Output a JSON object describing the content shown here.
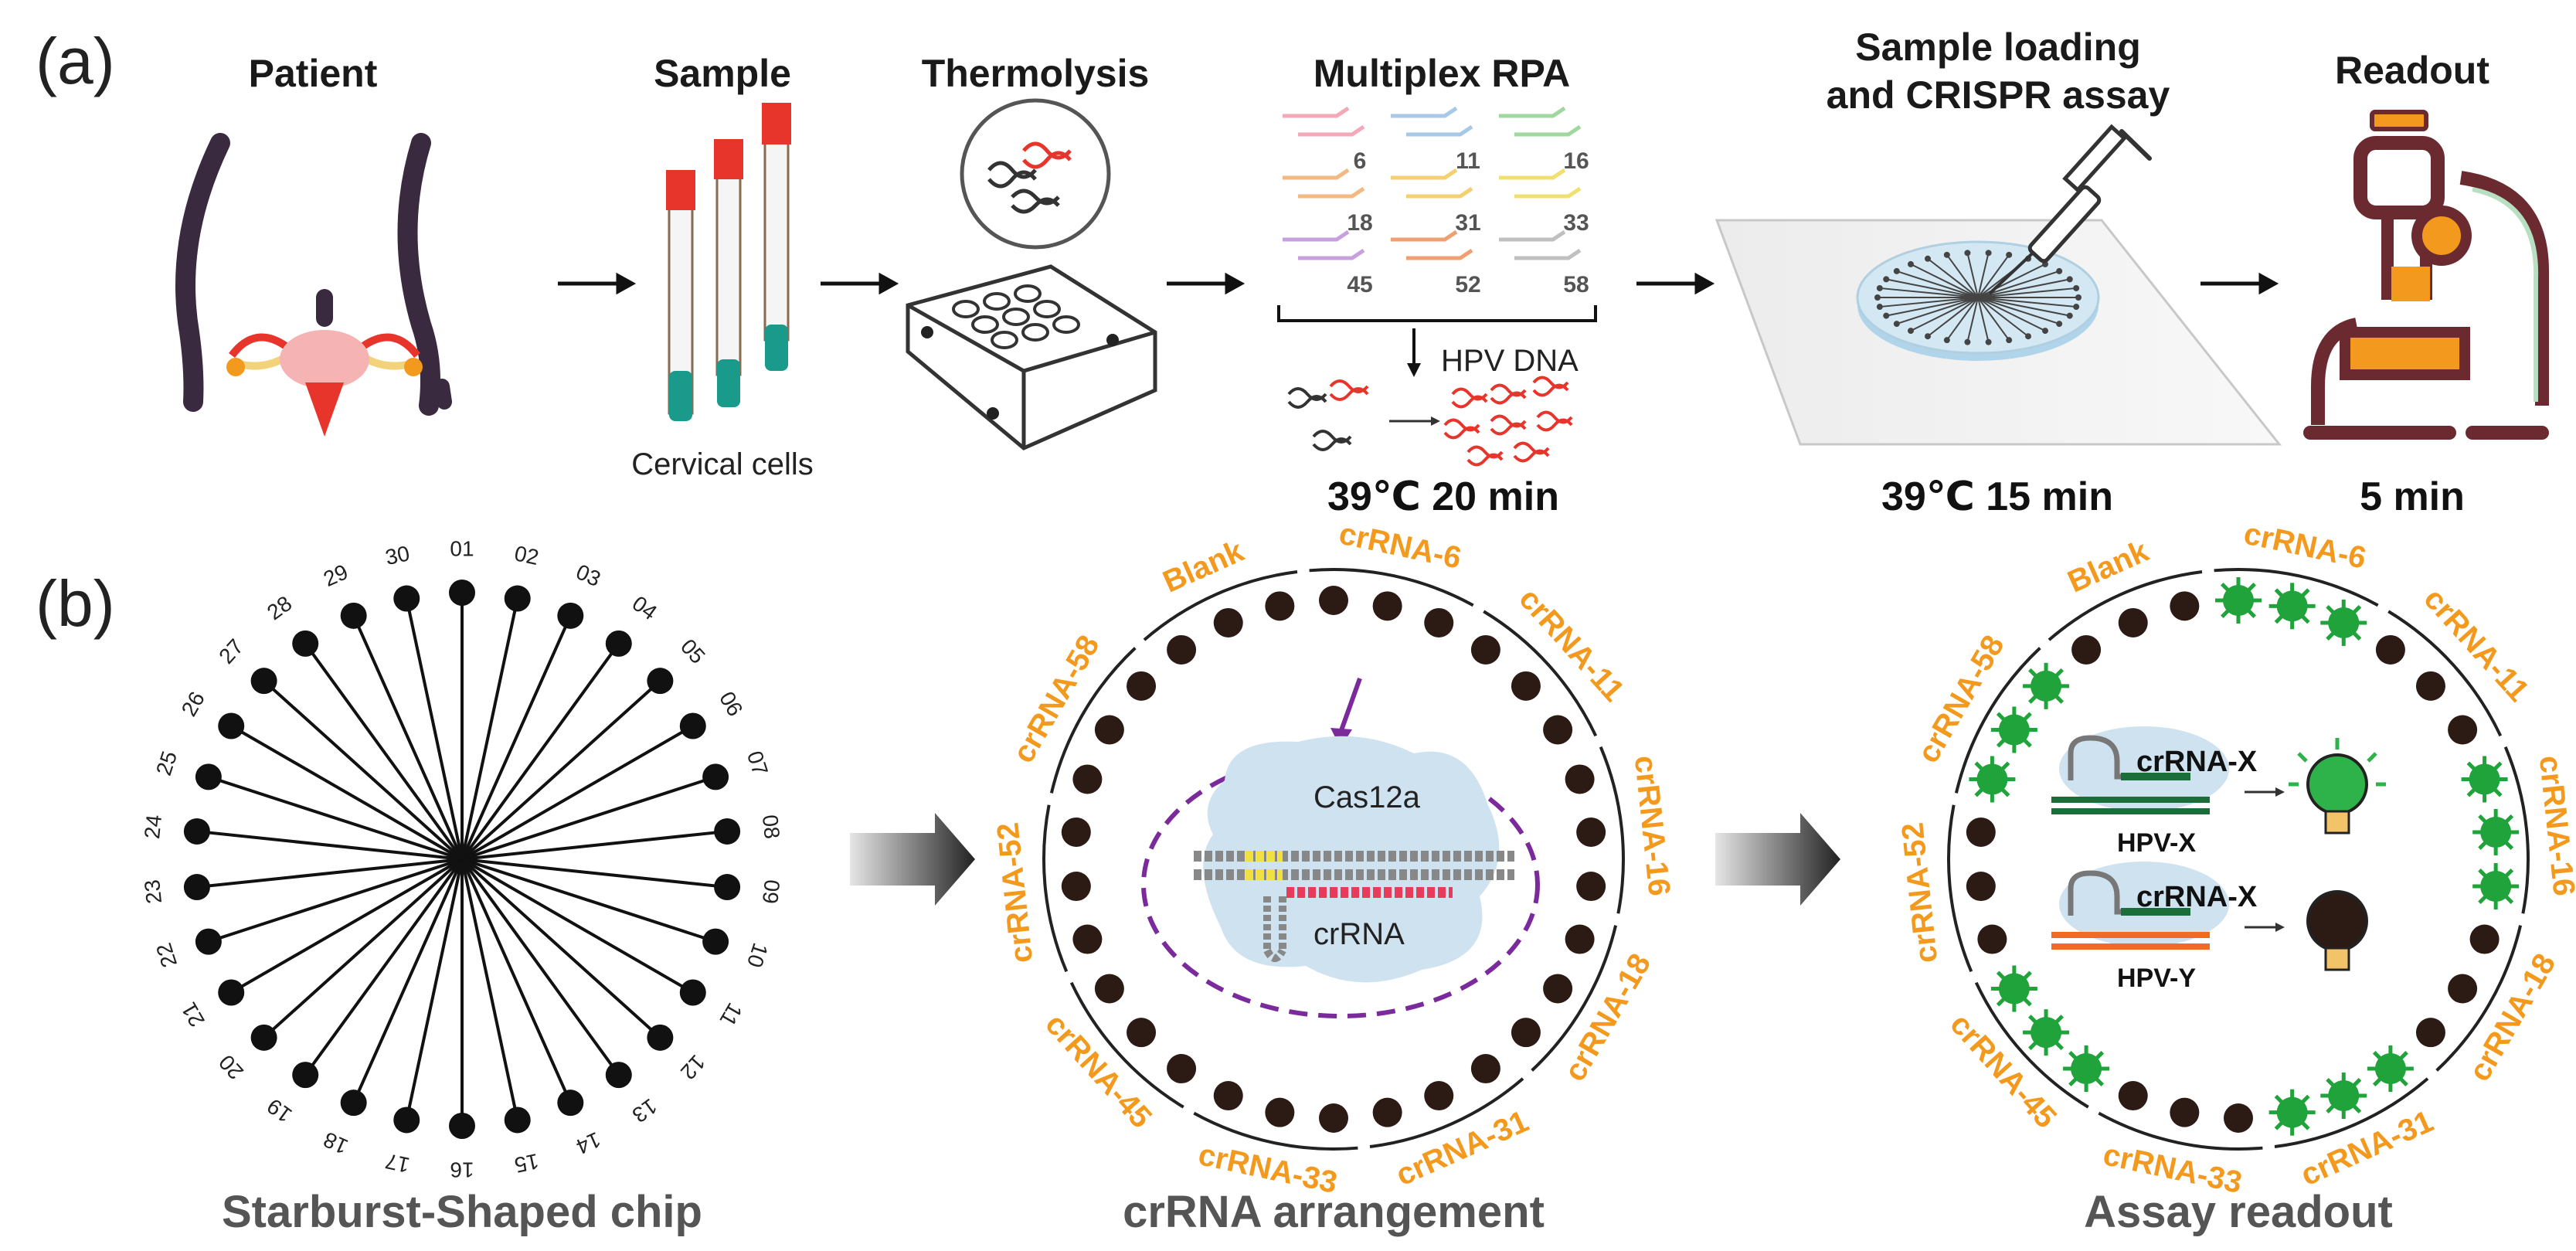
{
  "panels": {
    "a": {
      "letter": "(a)",
      "steps": {
        "patient": "Patient",
        "sample": "Sample",
        "sample_note": "Cervical cells",
        "thermolysis": "Thermolysis",
        "rpa": "Multiplex RPA",
        "loading_line1": "Sample loading",
        "loading_line2": "and CRISPR assay",
        "readout": "Readout"
      },
      "rpa_types": [
        "6",
        "11",
        "16",
        "18",
        "31",
        "33",
        "45",
        "52",
        "58"
      ],
      "hpv_dna_label": "HPV DNA",
      "conditions": {
        "rpa": "39℃  20 min",
        "assay": "39℃  15 min",
        "readout": "5 min"
      }
    },
    "b": {
      "letter": "(b)",
      "port_numbers": [
        "01",
        "02",
        "03",
        "04",
        "05",
        "06",
        "07",
        "08",
        "09",
        "10",
        "11",
        "12",
        "13",
        "14",
        "15",
        "16",
        "17",
        "18",
        "19",
        "20",
        "21",
        "22",
        "23",
        "24",
        "25",
        "26",
        "27",
        "28",
        "29",
        "30"
      ],
      "ring_labels": [
        "Blank",
        "crRNA-6",
        "crRNA-11",
        "crRNA-16",
        "crRNA-18",
        "crRNA-31",
        "crRNA-33",
        "crRNA-45",
        "crRNA-52",
        "crRNA-58"
      ],
      "cas_label": "Cas12a",
      "crrna_label": "crRNA",
      "readout_rows": [
        {
          "guide": "crRNA-X",
          "target": "HPV-X",
          "result": "positive"
        },
        {
          "guide": "crRNA-X",
          "target": "HPV-Y",
          "result": "negative"
        }
      ],
      "captions": {
        "chip": "Starburst-Shaped chip",
        "arrangement": "crRNA arrangement",
        "readout": "Assay readout"
      }
    }
  },
  "colors": {
    "orange": "#f39a1e",
    "green": "#1fa33a",
    "purple": "#7a2a9a",
    "dark": "#2c1a14",
    "red": "#e8352c",
    "teal": "#1a9a8a"
  }
}
